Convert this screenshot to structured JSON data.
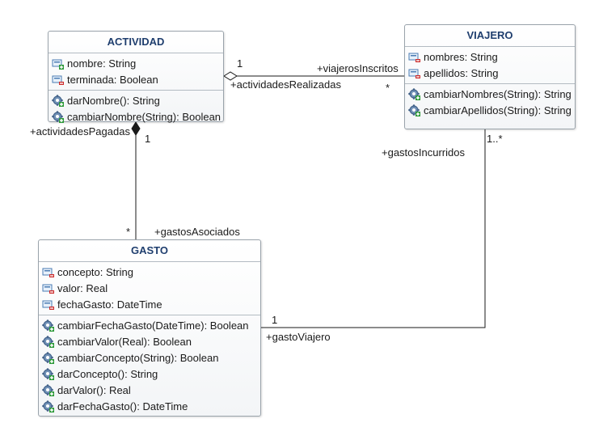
{
  "classes": {
    "actividad": {
      "name": "ACTIVIDAD",
      "attributes": [
        {
          "text": "nombre: String",
          "visibility": "public"
        },
        {
          "text": "terminada: Boolean",
          "visibility": "private"
        }
      ],
      "operations": [
        {
          "text": "darNombre(): String"
        },
        {
          "text": "cambiarNombre(String): Boolean"
        }
      ]
    },
    "viajero": {
      "name": "VIAJERO",
      "attributes": [
        {
          "text": "nombres: String",
          "visibility": "private"
        },
        {
          "text": "apellidos: String",
          "visibility": "private"
        }
      ],
      "operations": [
        {
          "text": "cambiarNombres(String): String"
        },
        {
          "text": "cambiarApellidos(String): String"
        }
      ]
    },
    "gasto": {
      "name": "GASTO",
      "attributes": [
        {
          "text": "concepto: String",
          "visibility": "private"
        },
        {
          "text": "valor: Real",
          "visibility": "private"
        },
        {
          "text": "fechaGasto: DateTime",
          "visibility": "private"
        }
      ],
      "operations": [
        {
          "text": "cambiarFechaGasto(DateTime): Boolean"
        },
        {
          "text": "cambiarValor(Real): Boolean"
        },
        {
          "text": "cambiarConcepto(String): Boolean"
        },
        {
          "text": "darConcepto(): String"
        },
        {
          "text": "darValor(): Real"
        },
        {
          "text": "darFechaGasto(): DateTime"
        }
      ]
    }
  },
  "associations": {
    "actividad_viajero": {
      "kind": "aggregation",
      "actividad_multiplicity": "1",
      "actividad_role": "+actividadesRealizadas",
      "viajero_multiplicity": "*",
      "viajero_role": "+viajerosInscritos"
    },
    "actividad_gasto": {
      "kind": "composition",
      "actividad_multiplicity": "1",
      "actividad_role": "+actividadesPagadas",
      "gasto_multiplicity": "*",
      "gasto_role": "+gastosAsociados"
    },
    "viajero_gasto": {
      "kind": "association",
      "viajero_multiplicity": "1..*",
      "viajero_role": "+gastosIncurridos",
      "gasto_multiplicity": "1",
      "gasto_role": "+gastoViajero"
    }
  },
  "colors": {
    "title": "#1f3e6e",
    "public_marker": "#2e9a3a",
    "private_marker": "#cc2b2b",
    "line": "#1a1a1a"
  }
}
